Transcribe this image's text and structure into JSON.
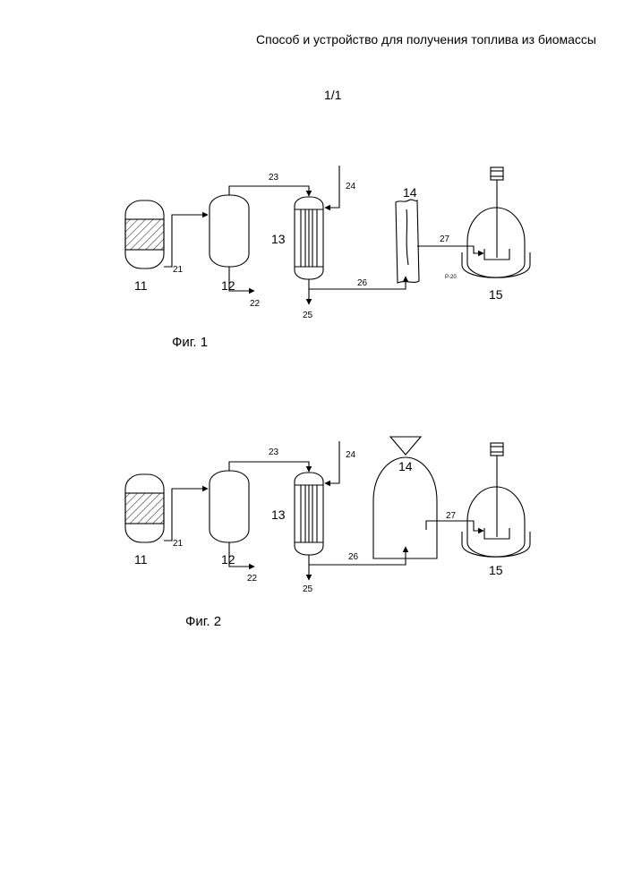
{
  "header": {
    "title": "Способ и устройство для получения топлива из биомассы",
    "page": "1/1"
  },
  "figures": [
    {
      "caption": "Фиг. 1",
      "labels": {
        "n11": "11",
        "n12": "12",
        "n13": "13",
        "n14": "14",
        "n15": "15",
        "n21": "21",
        "n22": "22",
        "n23": "23",
        "n24": "24",
        "n25": "25",
        "n26": "26",
        "n27": "27",
        "p20": "P-20"
      }
    },
    {
      "caption": "Фиг. 2",
      "labels": {
        "n11": "11",
        "n12": "12",
        "n13": "13",
        "n14": "14",
        "n15": "15",
        "n21": "21",
        "n22": "22",
        "n23": "23",
        "n24": "24",
        "n25": "25",
        "n26": "26",
        "n27": "27"
      }
    }
  ]
}
